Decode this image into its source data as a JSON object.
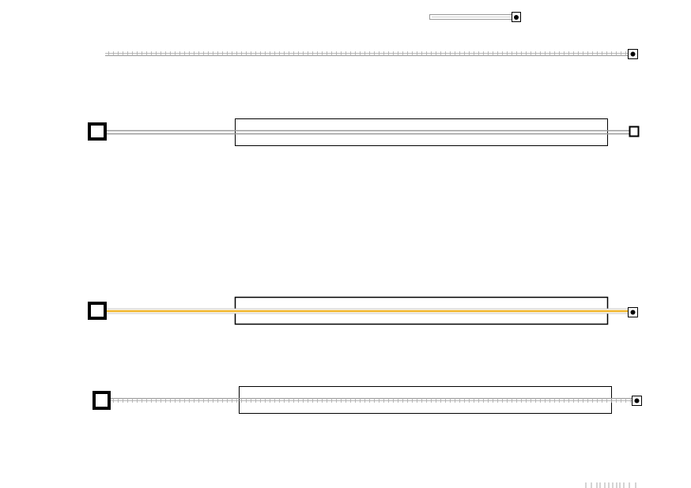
{
  "colors": {
    "stroke": "#000000",
    "track_gray": "#9a9a9a",
    "accent_yellow": "#f0b429",
    "background": "#ffffff"
  },
  "sliders": [
    {
      "name": "small-slider",
      "style": "double"
    },
    {
      "name": "ladder-slider",
      "style": "ladder"
    },
    {
      "name": "row-1",
      "style": "double",
      "end": "hollow"
    },
    {
      "name": "row-2",
      "style": "yellow",
      "end": "dot"
    },
    {
      "name": "row-3",
      "style": "ladder",
      "end": "dot"
    }
  ]
}
